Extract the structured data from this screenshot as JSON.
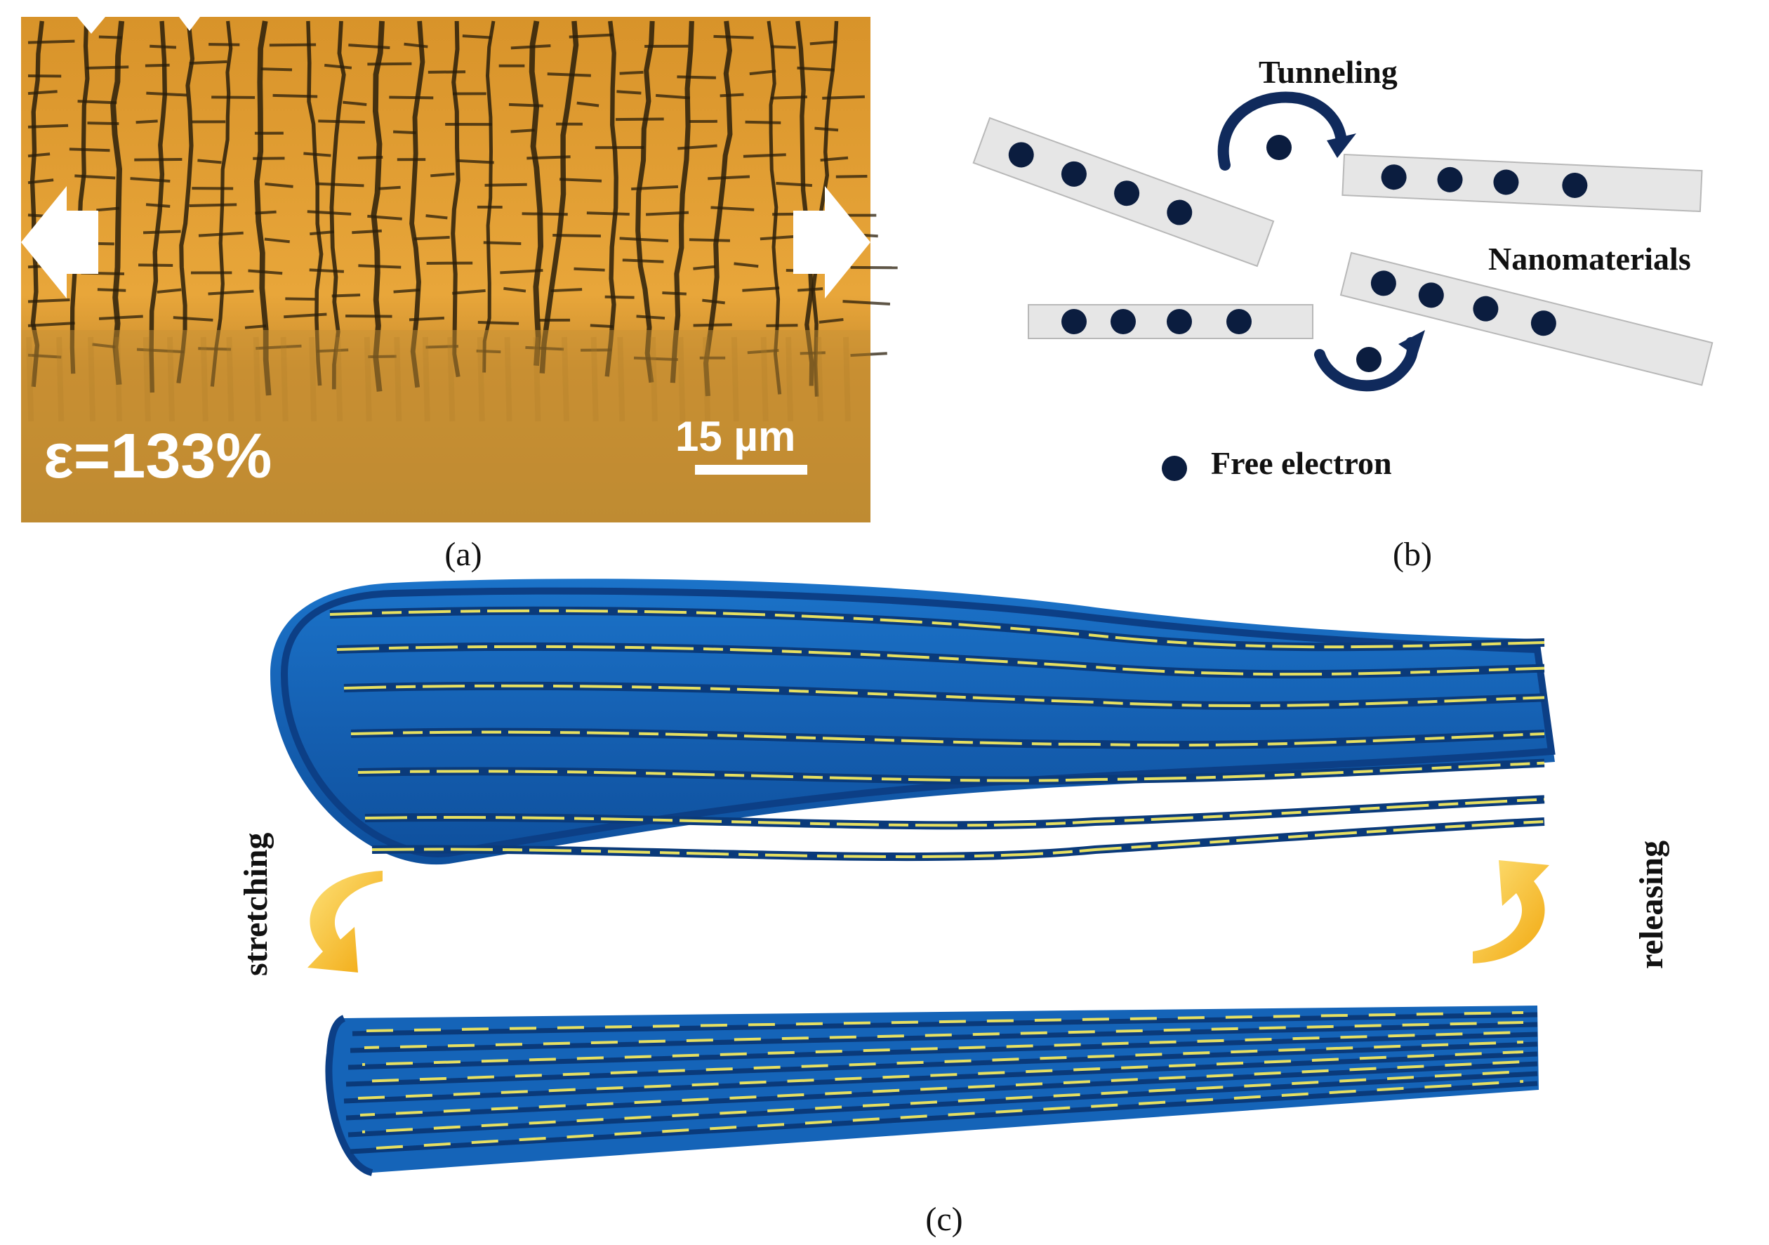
{
  "panels": {
    "a": {
      "label": "(a)",
      "strain_text": "ε=133%",
      "scalebar_text": "15 µm"
    },
    "b": {
      "label": "(b)",
      "tunneling_label": "Tunneling",
      "nanomaterials_label": "Nanomaterials",
      "legend_label": "Free electron"
    },
    "c": {
      "label": "(c)",
      "stretching_label": "stretching",
      "releasing_label": "releasing"
    }
  },
  "colors": {
    "micrograph_orange": "#e0a033",
    "crack_dark": "#2a1e0a",
    "rod_gray": "#e6e6e6",
    "electron": "#0b1d3f",
    "arrow_navy": "#102a5c",
    "fiber_blue": "#1564b8",
    "fiber_dark": "#0c3f86",
    "nanowire_yellow": "#e7e060",
    "curl_arrow_yellow": "#f2b51e"
  }
}
